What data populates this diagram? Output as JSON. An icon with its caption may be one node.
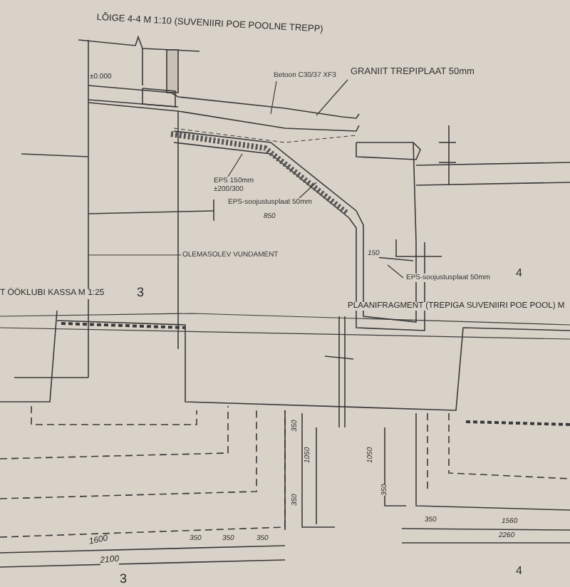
{
  "diagram": {
    "title": "LÕIGE 4-4  M 1:10 (SUVENIIRI POE POOLNE TREPP)",
    "nodes": [
      {
        "text": [
          "Betoon C30/37 XF3"
        ]
      },
      {
        "text": [
          "GRANIIT TREPIPLAAT 50mm"
        ]
      },
      {
        "text": [
          "EPS 150mm",
          "±200/300"
        ]
      },
      {
        "text": [
          "EPS-soojustusplaat 50mm"
        ]
      },
      {
        "text": [
          "OLEMASOLEV VUNDAMENT"
        ]
      },
      {
        "text": [
          "EPS-soojustusplaat 50mm"
        ]
      }
    ],
    "edges": [
      {
        "from": 0,
        "to": null,
        "arrow": "none"
      },
      {
        "from": 1,
        "to": null,
        "arrow": "none"
      },
      {
        "from": 2,
        "to": null,
        "arrow": "none"
      },
      {
        "from": 3,
        "to": null,
        "arrow": "none"
      },
      {
        "from": 4,
        "to": null,
        "arrow": "none"
      },
      {
        "from": 5,
        "to": null,
        "arrow": "none"
      }
    ],
    "labels": [
      "±0.000",
      "850",
      "150",
      "4",
      "T ÖÖKLUBI KASSA M 1:25",
      "3",
      "PLAANIFRAGMENT (TREPIGA SUVENIIRI POE POOL) M",
      "350",
      "1050",
      "350",
      "1050",
      "350",
      "1600",
      "350",
      "350",
      "350",
      "2100",
      "350",
      "1560",
      "2260",
      "4",
      "3"
    ]
  }
}
